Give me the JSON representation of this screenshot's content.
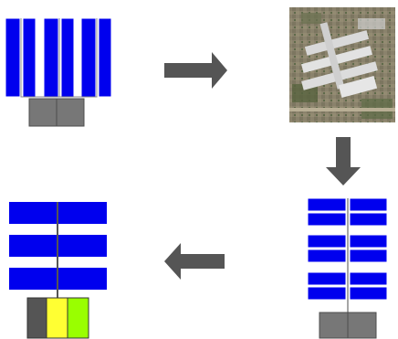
{
  "colors": {
    "background": "#ffffff",
    "blue": "#0000ee",
    "gray": "#777777",
    "yellow": "#ffff33",
    "green": "#99ff00",
    "dark_gray": "#555555",
    "arrow": "#555555",
    "outline": "#4d4d4d"
  },
  "panels": [
    {
      "name": "schematic-top-left",
      "description_icon": "vertical-blue-wings-diagram"
    },
    {
      "name": "aerial-photo-top-right",
      "description_icon": "satellite-photo"
    },
    {
      "name": "schematic-bottom-right",
      "description_icon": "horizontal-blue-wings-diagram"
    },
    {
      "name": "schematic-bottom-left",
      "description_icon": "colored-base-blocks-diagram"
    }
  ],
  "arrows": [
    {
      "name": "arrow-right",
      "direction": "right"
    },
    {
      "name": "arrow-down",
      "direction": "down"
    },
    {
      "name": "arrow-left",
      "direction": "left"
    }
  ]
}
